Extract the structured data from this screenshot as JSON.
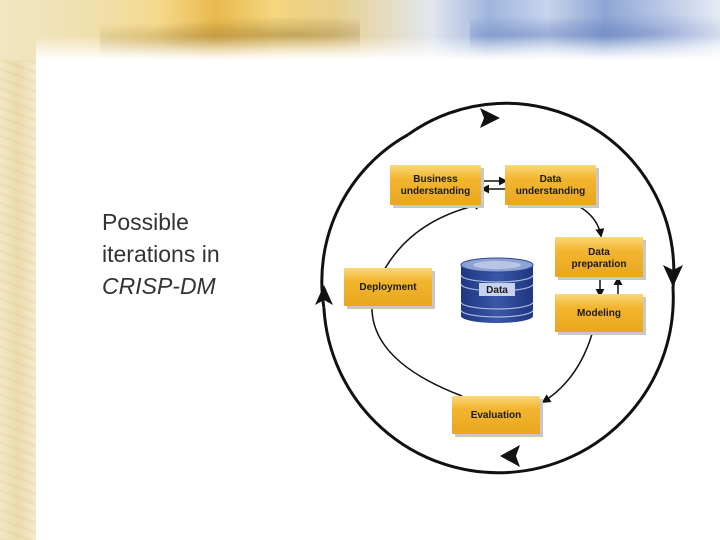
{
  "caption": {
    "line1": "Possible",
    "line2": "iterations in",
    "line3": "CRISP-DM"
  },
  "diagram": {
    "center": "Data",
    "phases": {
      "business_understanding": [
        "Business",
        "understanding"
      ],
      "data_understanding": [
        "Data",
        "understanding"
      ],
      "data_preparation": [
        "Data",
        "preparation"
      ],
      "modeling": "Modeling",
      "evaluation": "Evaluation",
      "deployment": "Deployment"
    },
    "colors": {
      "box": "#f3b52f",
      "box_edge": "#f9d77a",
      "box_shadow": "#c8c8c8",
      "cylinder": "#2b4591",
      "cylinder_light": "#a9b9de",
      "arrow": "#111111"
    }
  }
}
